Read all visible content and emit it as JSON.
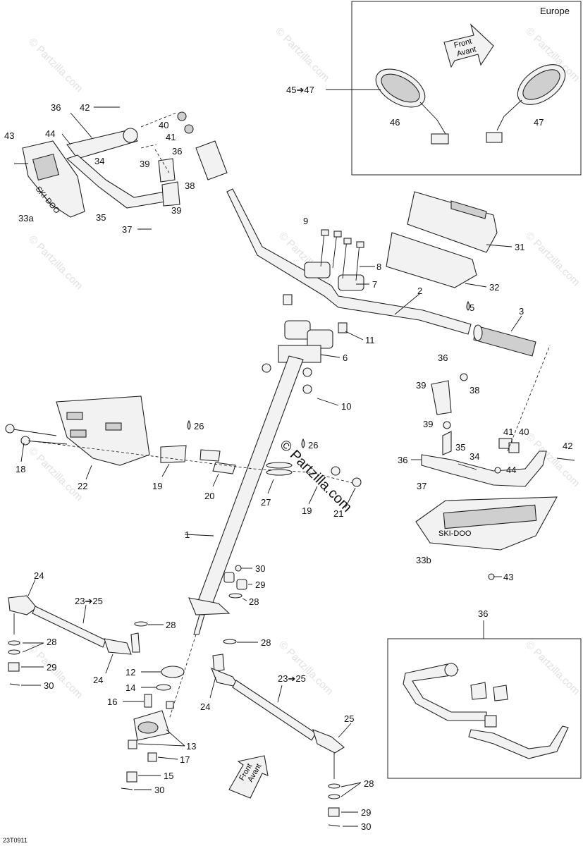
{
  "diagram": {
    "code": "23T0911",
    "inset_europe_label": "Europe",
    "inset_36_label": "36",
    "front_label_line1": "Front",
    "front_label_line2": "Avant",
    "watermark": "© Partzilla.com",
    "center_watermark": "© Partzilla.com",
    "callouts": {
      "c1": "1",
      "c2": "2",
      "c3": "3",
      "c5": "5",
      "c6": "6",
      "c7": "7",
      "c8": "8",
      "c9": "9",
      "c10": "10",
      "c11": "11",
      "c12": "12",
      "c13": "13",
      "c14": "14",
      "c15": "15",
      "c16": "16",
      "c17": "17",
      "c18": "18",
      "c19a": "19",
      "c19b": "19",
      "c20": "20",
      "c21": "21",
      "c22": "22",
      "c23a": "23➔25",
      "c23b": "23➔25",
      "c24a": "24",
      "c24b": "24",
      "c24c": "24",
      "c25": "25",
      "c26a": "26",
      "c26b": "26",
      "c27": "27",
      "c28a": "28",
      "c28b": "28",
      "c28c": "28",
      "c28d": "28",
      "c28e": "28",
      "c29a": "29",
      "c29b": "29",
      "c29c": "29",
      "c30a": "30",
      "c30b": "30",
      "c30c": "30",
      "c30d": "30",
      "c31": "31",
      "c32": "32",
      "c33a": "33a",
      "c33b": "33b",
      "c34a": "34",
      "c34b": "34",
      "c35a": "35",
      "c35b": "35",
      "c36a": "36",
      "c36b": "36",
      "c36c": "36",
      "c36d": "36",
      "c37a": "37",
      "c37b": "37",
      "c38a": "38",
      "c38b": "38",
      "c39a": "39",
      "c39b": "39",
      "c39c": "39",
      "c39d": "39",
      "c40a": "40",
      "c40b": "40",
      "c41a": "41",
      "c41b": "41",
      "c42a": "42",
      "c42b": "42",
      "c43a": "43",
      "c43b": "43",
      "c44a": "44",
      "c44b": "44",
      "c45": "45➔47",
      "c46": "46",
      "c47": "47"
    }
  }
}
